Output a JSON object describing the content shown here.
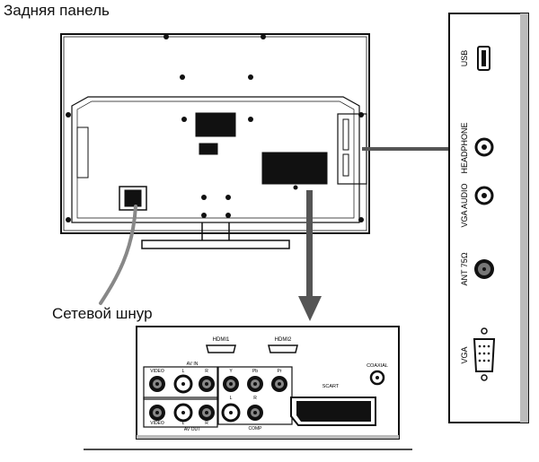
{
  "header": {
    "title": "Задняя панель"
  },
  "callouts": {
    "power_cord": "Сетевой шнур"
  },
  "side_panel": {
    "ports": [
      {
        "label": "USB",
        "icon": "usb-port-icon"
      },
      {
        "label": "HEADPHONE",
        "icon": "headphone-jack-icon"
      },
      {
        "label": "VGA AUDIO",
        "icon": "vga-audio-jack-icon"
      },
      {
        "label": "ANT 75Ω",
        "icon": "antenna-connector-icon"
      },
      {
        "label": "VGA",
        "icon": "vga-port-icon"
      }
    ]
  },
  "bottom_panel": {
    "hdmi1": "HDMI1",
    "hdmi2": "HDMI2",
    "av_in": "AV IN",
    "av_out": "AV OUT",
    "video": "VIDEO",
    "l": "L",
    "r": "R",
    "y": "Y",
    "pb": "Pb",
    "pr": "Pr",
    "comp": "COMP",
    "coaxial": "COAXIAL",
    "scart": "SCART"
  }
}
